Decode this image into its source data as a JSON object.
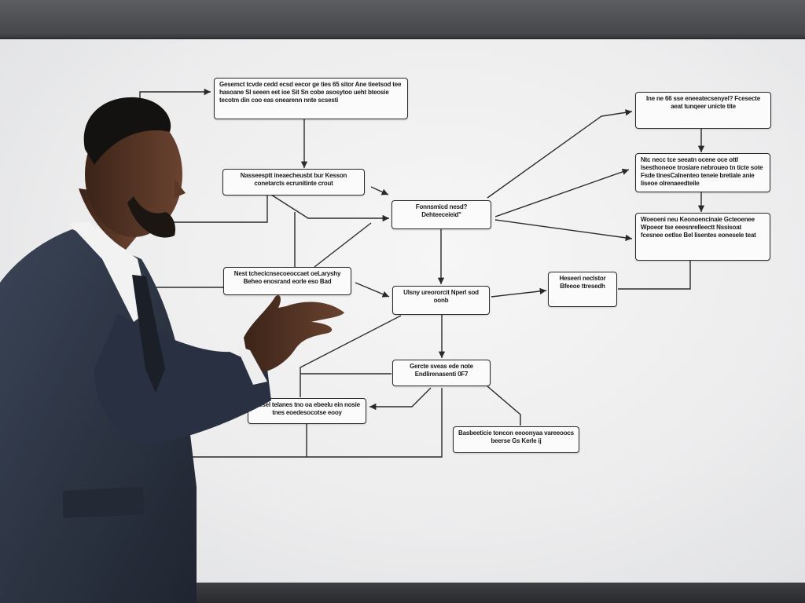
{
  "scene": {
    "description_free": true
  },
  "nodes": [
    {
      "id": "n1",
      "text": "Gesemct tcvde cedd ecsd eecor ge ties 65 sitor Ane tieetsod tee hasoane Sl seeen eet ioe Sit Sn cobe asosytoo ueht bteosie tecotm din coo eas onearenn nnte scsesti"
    },
    {
      "id": "n2",
      "text": "Nasseesptt ineaecheusbt bur Kesson conetarcts ecrunitinte crout"
    },
    {
      "id": "n3",
      "text": "Fonnsmicd nesd? Dehteeceieid\""
    },
    {
      "id": "n4",
      "text": "Nest tchecicnsecoeoccaet oeLaryshy Beheo enosrand eorle eso Bad"
    },
    {
      "id": "n5",
      "text": "Ulsny ureororcit Nperl sod oonb"
    },
    {
      "id": "n6",
      "text": "Gercte sveas ede note Endlirenasenti 0F7"
    },
    {
      "id": "n7",
      "text": "Gesel telanes tno oa ebeelu ein nosie tnes eoedesocotse eooy"
    },
    {
      "id": "n8",
      "text": "Basbeeticie toncon eeoonyaa vareeoocs beerse Gs Kerle ij"
    },
    {
      "id": "n9",
      "text": "Heseeri neclstor Bfeeoe ttresedh"
    },
    {
      "id": "n10",
      "text": "Ine ne 66 sse eneeatecsenyel? Fcesecte aeat tunqeer unicte tite"
    },
    {
      "id": "n11",
      "text": "Ntc necc tce seeatn ocene oce ottl lsesthoneoe trosiare nebroueo tn ticte sote Fsde tinesCalnenteo teneie bretiale anie liseoe olrenaeedteile"
    },
    {
      "id": "n12",
      "text": "Woeoeni neu Keonoencinaie Gcteoenee Wpoeor tse eeesnrelleectt Nssisoat fcesnee oetlse Bel lisentes eonesele teat"
    }
  ],
  "colors": {
    "line": "#2a2a2a",
    "node_border": "#2a2a2a",
    "screen": "#ededee",
    "suit": "#2c3442"
  }
}
